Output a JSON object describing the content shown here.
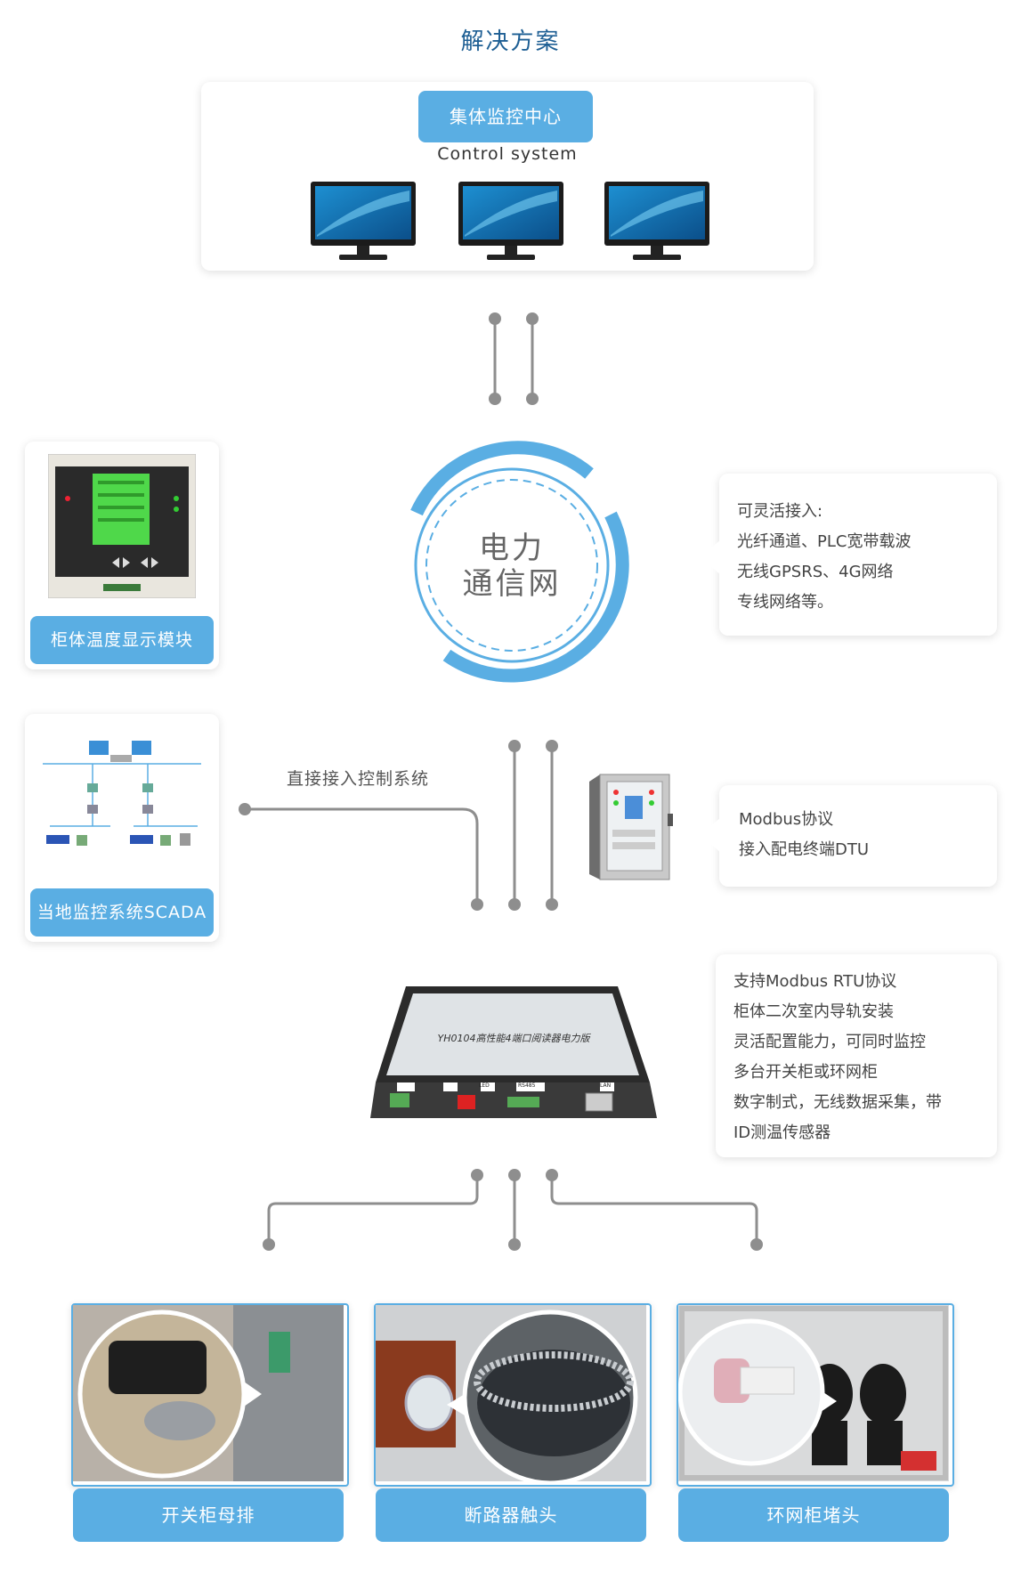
{
  "page_title": "解决方案",
  "control_center": {
    "label": "集体监控中心",
    "subtitle": "Control system"
  },
  "network": {
    "line1": "电力",
    "line2": "通信网"
  },
  "temp_module": {
    "label": "柜体温度显示模块"
  },
  "scada": {
    "label": "当地监控系统SCADA"
  },
  "direct_access": "直接接入控制系统",
  "access_note": {
    "lines": [
      "可灵活接入:",
      "光纤通道、PLC宽带载波",
      "无线GPSRS、4G网络",
      "专线网络等。"
    ]
  },
  "modbus_note": {
    "lines": [
      "Modbus协议",
      "接入配电终端DTU"
    ]
  },
  "device": {
    "name": "YH0104高性能4端口阅读器电力版",
    "ports": [
      "LED",
      "RS485",
      "LAN"
    ]
  },
  "device_note": {
    "lines": [
      "支持Modbus RTU协议",
      "柜体二次室内导轨安装",
      "灵活配置能力，可同时监控",
      "多台开关柜或环网柜",
      "数字制式，无线数据采集，带",
      "ID测温传感器"
    ]
  },
  "targets": [
    {
      "label": "开关柜母排"
    },
    {
      "label": "断路器触头"
    },
    {
      "label": "环网柜堵头"
    }
  ],
  "colors": {
    "accent": "#5aaee3",
    "title": "#1e5f94",
    "line": "#8e8e8e"
  }
}
